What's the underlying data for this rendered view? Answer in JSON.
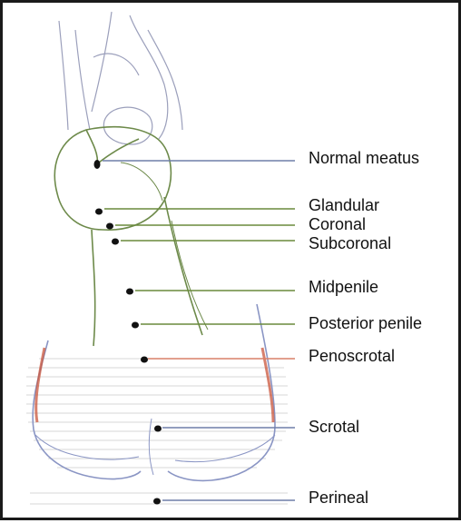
{
  "labels": {
    "normal_meatus": "Normal meatus",
    "glandular": "Glandular",
    "coronal": "Coronal",
    "subcoronal": "Subcoronal",
    "midpenile": "Midpenile",
    "posterior_penile": "Posterior penile",
    "penoscrotal": "Penoscrotal",
    "scrotal": "Scrotal",
    "perineal": "Perineal"
  },
  "colors": {
    "line_blue": "#6f7fa8",
    "line_green": "#6a8a3c",
    "line_red": "#d98068",
    "sketch_green": "#6d8a4a",
    "sketch_red": "#c9553c",
    "sketch_blue": "#8a95c4",
    "dot": "#111111"
  }
}
